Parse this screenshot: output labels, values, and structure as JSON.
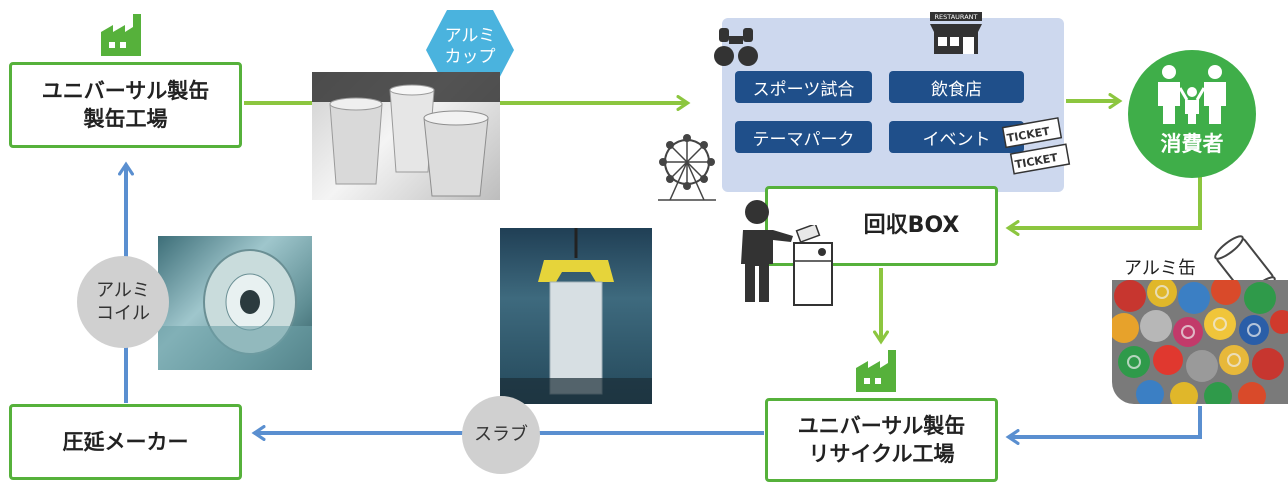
{
  "colors": {
    "green": "#56b13b",
    "green_dark": "#3fae49",
    "blue_arrow": "#5a8fd0",
    "pill": "#1f4f8a",
    "venue_bg": "#cdd8ee",
    "hex": "#4ab3de",
    "grey_circle": "#d0d0d0"
  },
  "nodes": {
    "universal_factory": {
      "line1": "ユニバーサル製缶",
      "line2": "製缶工場"
    },
    "collection_box": {
      "label": "回収BOX"
    },
    "recycle_factory": {
      "line1": "ユニバーサル製缶",
      "line2": "リサイクル工場"
    },
    "rolling_maker": {
      "label": "圧延メーカー"
    },
    "consumer": {
      "label": "消費者"
    }
  },
  "badges": {
    "cup": {
      "line1": "アルミ",
      "line2": "カップ"
    },
    "coil": {
      "line1": "アルミ",
      "line2": "コイル"
    },
    "slab": {
      "label": "スラブ"
    }
  },
  "venues": {
    "sports": "スポーツ試合",
    "restaurant": "飲食店",
    "theme_park": "テーマパーク",
    "event": "イベント"
  },
  "labels": {
    "aluminum_can": "アルミ缶",
    "restaurant_sign": "RESTAURANT",
    "ticket": "TICKET"
  },
  "icons": [
    "factory-icon",
    "binoculars-icon",
    "restaurant-icon",
    "ferris-wheel-icon",
    "ticket-icon",
    "family-icon",
    "person-icon",
    "recycle-bin-icon",
    "can-icon"
  ]
}
